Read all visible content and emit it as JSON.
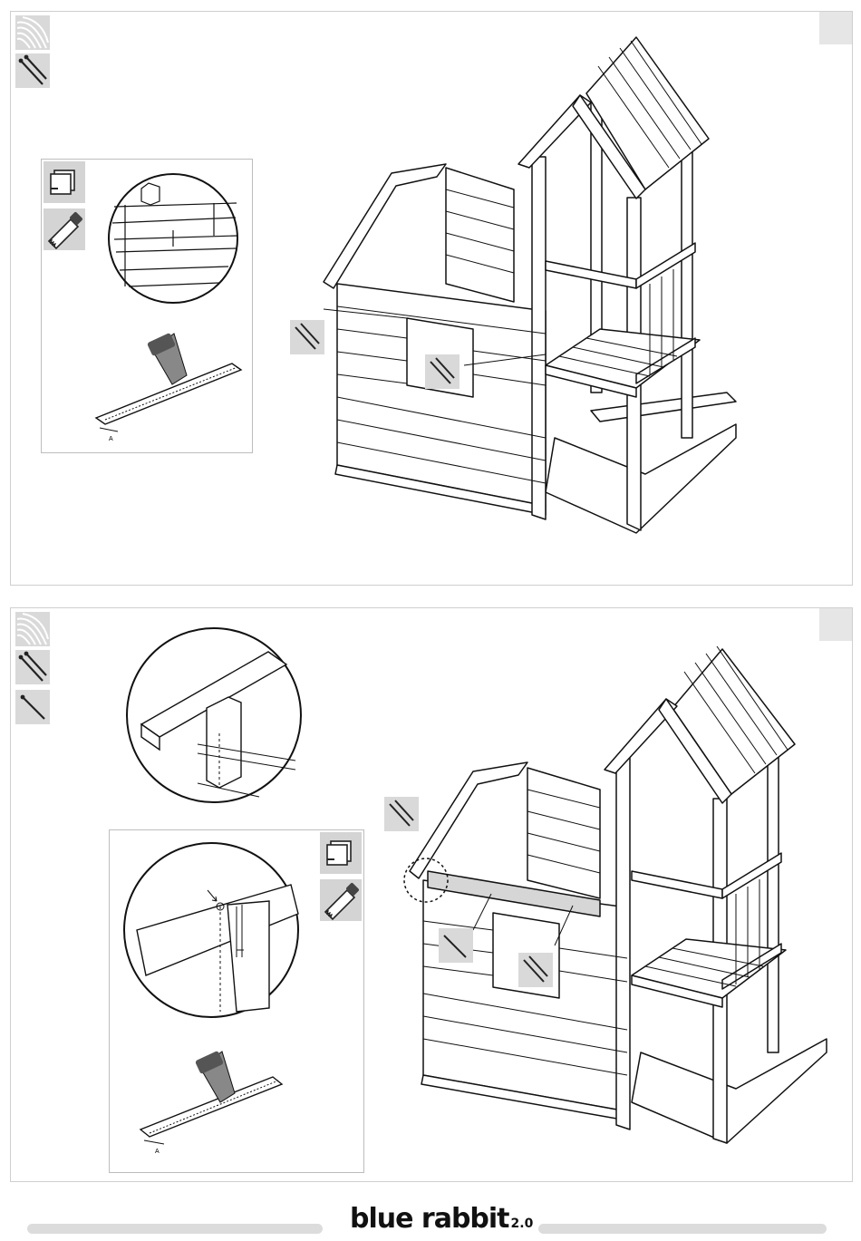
{
  "footer": {
    "brand_name": "blue rabbit",
    "brand_version": "2.0"
  },
  "steps": [
    {
      "icons": [
        "wood-grain-icon",
        "long-screws-icon"
      ],
      "tools": [
        "measure-square-icon",
        "saw-icon"
      ],
      "detail_label": "A"
    },
    {
      "icons": [
        "wood-grain-icon",
        "long-screws-icon",
        "single-screw-icon"
      ],
      "tools": [
        "measure-square-icon",
        "saw-icon"
      ],
      "detail_label": "A"
    }
  ],
  "colors": {
    "panel_border": "#cfcfcf",
    "icon_background": "#d9d9d9",
    "line": "#111111",
    "highlight_beam": "#d6d6d6"
  }
}
